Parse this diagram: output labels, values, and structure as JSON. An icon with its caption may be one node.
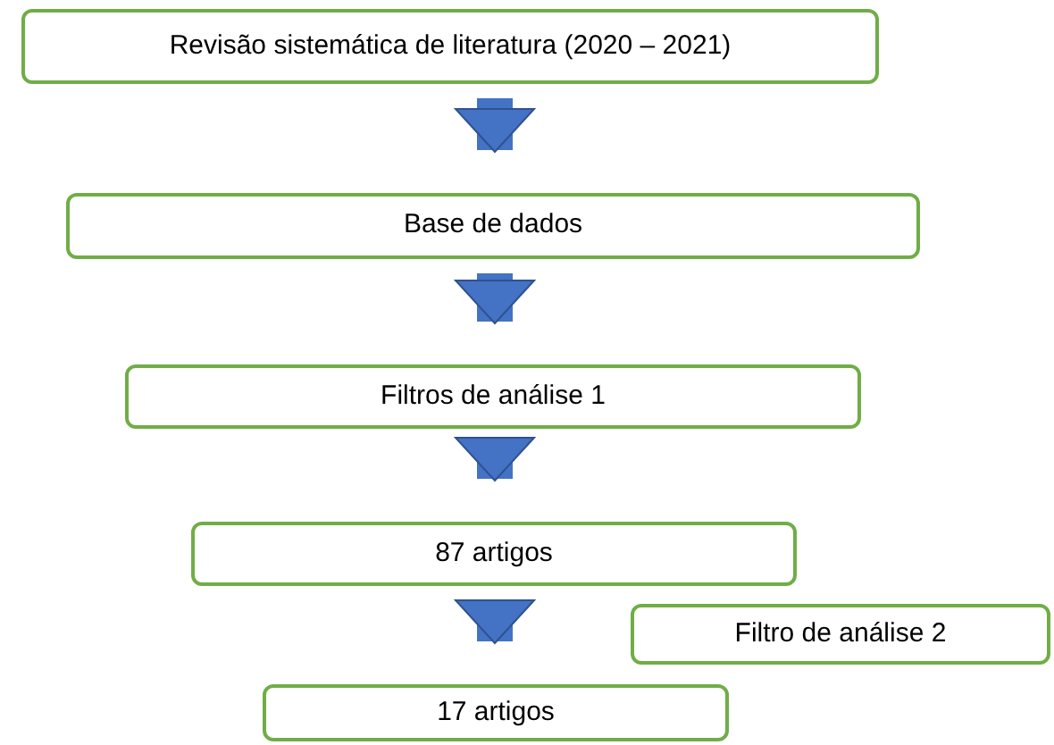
{
  "diagram": {
    "nodes": [
      {
        "text": [
          "Revisão sistemática de literatura (2020 – 2021)"
        ]
      },
      {
        "text": [
          "Base de dados"
        ]
      },
      {
        "text": [
          "Filtros de análise 1"
        ]
      },
      {
        "text": [
          "87 artigos"
        ]
      },
      {
        "text": [
          "Filtro de análise 2"
        ]
      },
      {
        "text": [
          "17 artigos"
        ]
      }
    ],
    "edges": [
      {
        "from": 0,
        "to": 1,
        "arrow": "to"
      },
      {
        "from": 1,
        "to": 2,
        "arrow": "to"
      },
      {
        "from": 2,
        "to": 3,
        "arrow": "to"
      },
      {
        "from": 3,
        "to": 5,
        "arrow": "to"
      }
    ]
  }
}
